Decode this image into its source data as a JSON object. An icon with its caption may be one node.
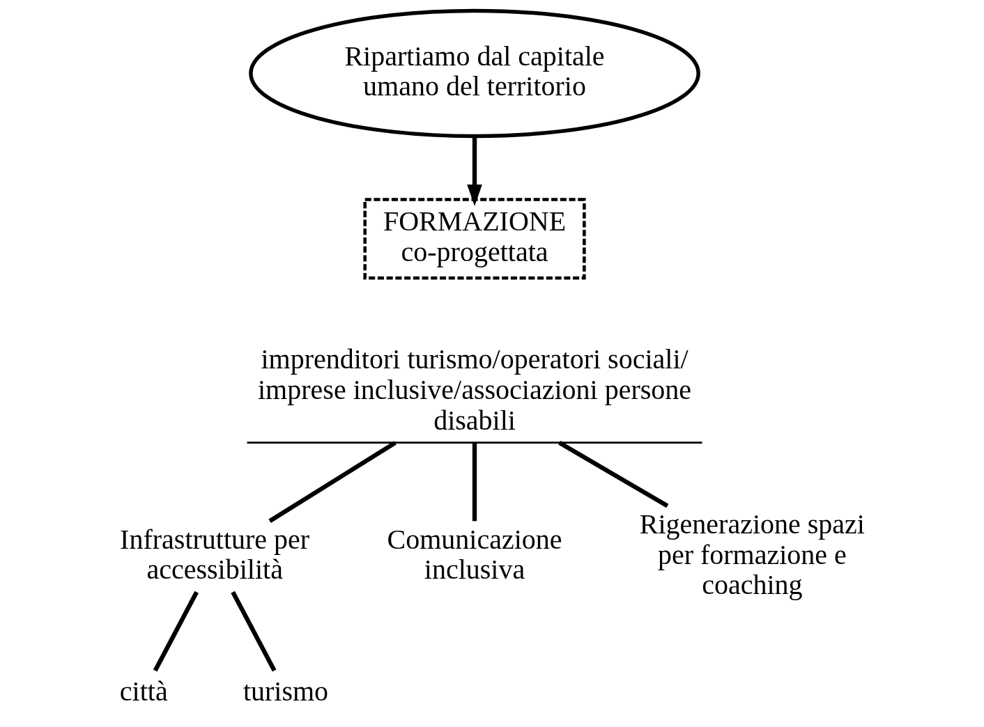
{
  "diagram": {
    "nodes": [
      {
        "text": [
          "Ripartiamo dal capitale umano del territorio"
        ]
      },
      {
        "text": [
          "FORMAZIONE co-progettata"
        ]
      },
      {
        "text": [
          "imprenditori turismo/operatori sociali/ imprese inclusive/associazioni persone disabili"
        ]
      },
      {
        "text": [
          "Infrastrutture per accessibilità"
        ]
      },
      {
        "text": [
          "Comunicazione inclusiva"
        ]
      },
      {
        "text": [
          "Rigenerazione spazi per formazione e coaching"
        ]
      },
      {
        "text": [
          "città"
        ]
      },
      {
        "text": [
          "turismo"
        ]
      }
    ],
    "edges": [
      {
        "from": 0,
        "to": 1,
        "arrow": "to"
      },
      {
        "from": 2,
        "to": 3,
        "arrow": "none"
      },
      {
        "from": 2,
        "to": 4,
        "arrow": "none"
      },
      {
        "from": 2,
        "to": 5,
        "arrow": "none"
      },
      {
        "from": 3,
        "to": 6,
        "arrow": "none"
      },
      {
        "from": 3,
        "to": 7,
        "arrow": "none"
      }
    ]
  }
}
